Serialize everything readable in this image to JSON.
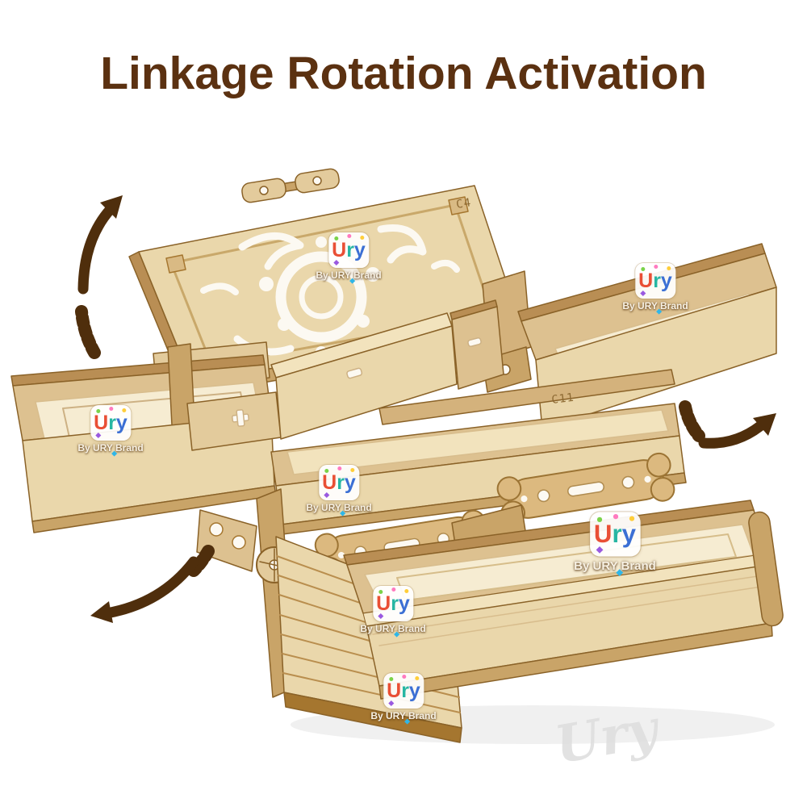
{
  "page": {
    "background_color": "#ffffff"
  },
  "title": {
    "text": "Linkage Rotation Activation",
    "color": "#5b3111"
  },
  "watermark": {
    "letters": [
      "U",
      "r",
      "y"
    ],
    "letter_colors": [
      "#e94f35",
      "#27b6a3",
      "#3b6fd4"
    ],
    "byline": "By URY Brand"
  },
  "ghost_watermark": {
    "text": "Ury",
    "color": "#dedede"
  },
  "illustration": {
    "part_labels": [
      "C4",
      "C11"
    ],
    "wood_colors": {
      "light": "#f6ecd2",
      "face": "#ead7ab",
      "mid": "#ddc190",
      "deep": "#c9a468",
      "edge": "#8a6228"
    },
    "arrow_color": "#4f2e0c"
  }
}
